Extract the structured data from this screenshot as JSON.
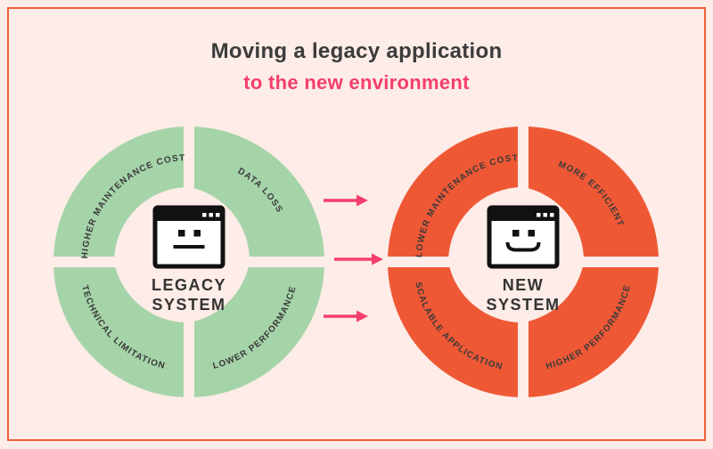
{
  "title": {
    "line1": "Moving a legacy application",
    "line2": "to the new environment"
  },
  "legacy": {
    "name_line1": "LEGACY",
    "name_line2": "SYSTEM",
    "ring_color": "#a6d4a9",
    "face": "neutral-face",
    "segments": {
      "top_left": "HIGHER MAINTENANCE COST",
      "top_right": "DATA LOSS",
      "bottom_left": "TECHNICAL LIMITATION",
      "bottom_right": "LOWER PERFORMANCE"
    }
  },
  "new": {
    "name_line1": "NEW",
    "name_line2": "SYSTEM",
    "ring_color": "#ef5835",
    "face": "smiley-face",
    "segments": {
      "top_left": "LOWER MAINTENANCE COST",
      "top_right": "MORE EFFICIENT",
      "bottom_left": "SCALABLE APPLICATION",
      "bottom_right": "HIGHER PERFORMANCE"
    }
  },
  "arrows": {
    "count": 3,
    "direction": "right",
    "color": "#f43e6c"
  },
  "colors": {
    "background": "#fdece7",
    "frame_border": "#f2603a",
    "legacy_ring": "#a6d4a9",
    "new_ring": "#ef5835",
    "accent_pink": "#f43e6c",
    "text_dark": "#3b3b3b"
  }
}
